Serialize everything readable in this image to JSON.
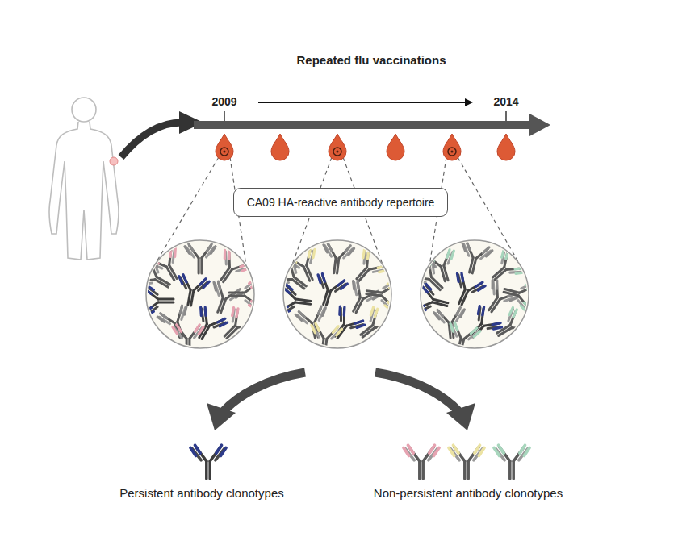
{
  "diagram": {
    "title": "Repeated flu vaccinations",
    "nodes": [
      {
        "text": [
          "CA09 HA-reactive antibody repertoire"
        ]
      }
    ],
    "labels": [
      "2009",
      "2014",
      "Persistent antibody clonotypes",
      "Non-persistent antibody clonotypes"
    ]
  }
}
